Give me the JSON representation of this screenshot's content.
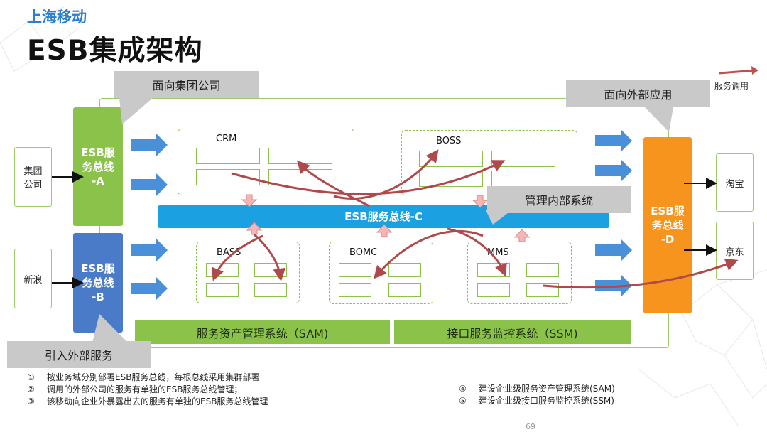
{
  "brand": "上海移动",
  "title": "ESB集成架构",
  "legend": {
    "label": "服务调用",
    "color": "#c0504d"
  },
  "callouts": {
    "group_company": "面向集团公司",
    "external_apps": "面向外部应用",
    "internal": "管理内部系统",
    "import_external": "引入外部服务"
  },
  "external_left": {
    "group": "集团\n公司",
    "sina": "新浪"
  },
  "external_right": {
    "taobao": "淘宝",
    "jd": "京东"
  },
  "buses": {
    "a": "ESB服\n务总线\n-A",
    "b": "ESB服\n务总线\n-B",
    "c": "ESB服务总线-C",
    "d": "ESB服\n务总线\n-D"
  },
  "systems": {
    "crm": "CRM",
    "boss": "BOSS",
    "bass": "BASS",
    "bomc": "BOMC",
    "mms": "MMS"
  },
  "bottom_bars": {
    "sam": "服务资产管理系统（SAM)",
    "ssm": "接口服务监控系统（SSM)"
  },
  "notes_left": [
    {
      "num": "①",
      "text": "按业务域分别部署ESB服务总线，每根总线采用集群部署"
    },
    {
      "num": "②",
      "text": "调用的外部公司的服务有单独的ESB服务总线管理；"
    },
    {
      "num": "③",
      "text": "该移动向企业外暴露出去的服务有单独的ESB服务总线管理"
    }
  ],
  "notes_right": [
    {
      "num": "④",
      "text": "建设企业级服务资产管理系统(SAM)"
    },
    {
      "num": "⑤",
      "text": "建设企业级接口服务监控系统(SSM)"
    }
  ],
  "page_number": "69",
  "colors": {
    "bus_a": "#8bc34a",
    "bus_b": "#4a7bc8",
    "bus_c": "#1ba1e2",
    "bus_d": "#f7941d",
    "flow_arrow": "#4a90d9",
    "call_arrow": "#b04a4a",
    "green": "#8bc34a"
  }
}
